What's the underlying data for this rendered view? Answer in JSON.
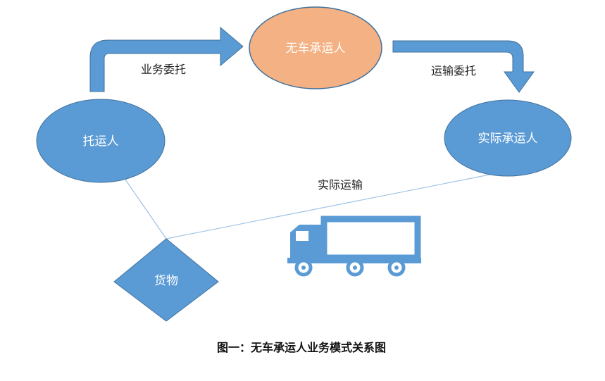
{
  "diagram": {
    "nodes": {
      "shipper": {
        "label": "托运人"
      },
      "ntoc": {
        "label": "无车承运人"
      },
      "carrier": {
        "label": "实际承运人"
      },
      "goods": {
        "label": "货物"
      }
    },
    "edges": {
      "entrust": {
        "label": "业务委托"
      },
      "transport_entrust": {
        "label": "运输委托"
      },
      "actual_transport": {
        "label": "实际运输"
      }
    }
  },
  "caption": "图一：无车承运人业务模式关系图",
  "colors": {
    "blue": "#5b9bd5",
    "blue_stroke": "#41719c",
    "orange": "#f4b183",
    "orange_stroke": "#c55a11",
    "line": "#9dc3e6"
  },
  "icons": {
    "truck": "truck-icon"
  }
}
